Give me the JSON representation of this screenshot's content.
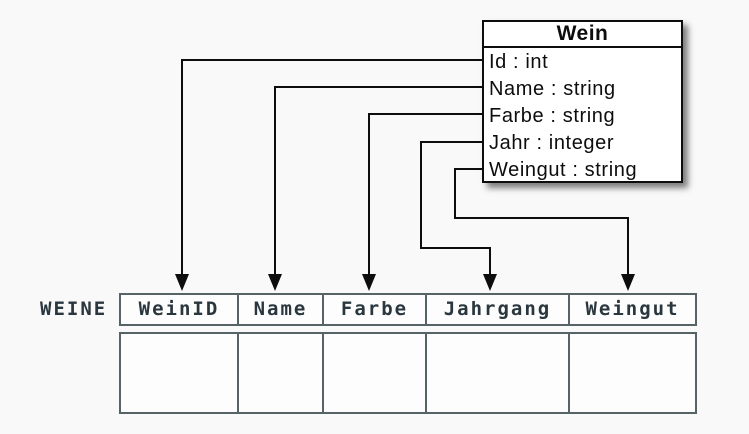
{
  "diagram": {
    "class_box": {
      "title": "Wein",
      "attributes": [
        "Id : int",
        "Name : string",
        "Farbe : string",
        "Jahr : integer",
        "Weingut : string"
      ]
    },
    "table": {
      "label": "WEINE",
      "columns": [
        "WeinID",
        "Name",
        "Farbe",
        "Jahrgang",
        "Weingut"
      ]
    },
    "mappings": [
      {
        "from": "Id",
        "to": "WeinID"
      },
      {
        "from": "Name",
        "to": "Name"
      },
      {
        "from": "Farbe",
        "to": "Farbe"
      },
      {
        "from": "Jahr",
        "to": "Jahrgang"
      },
      {
        "from": "Weingut",
        "to": "Weingut"
      }
    ],
    "colors": {
      "arrow": "#0d0d0d",
      "class_box_border": "#0d0d0d",
      "table_border": "#566468",
      "table_text": "#2a373e",
      "background": "#f9f9fa"
    }
  }
}
